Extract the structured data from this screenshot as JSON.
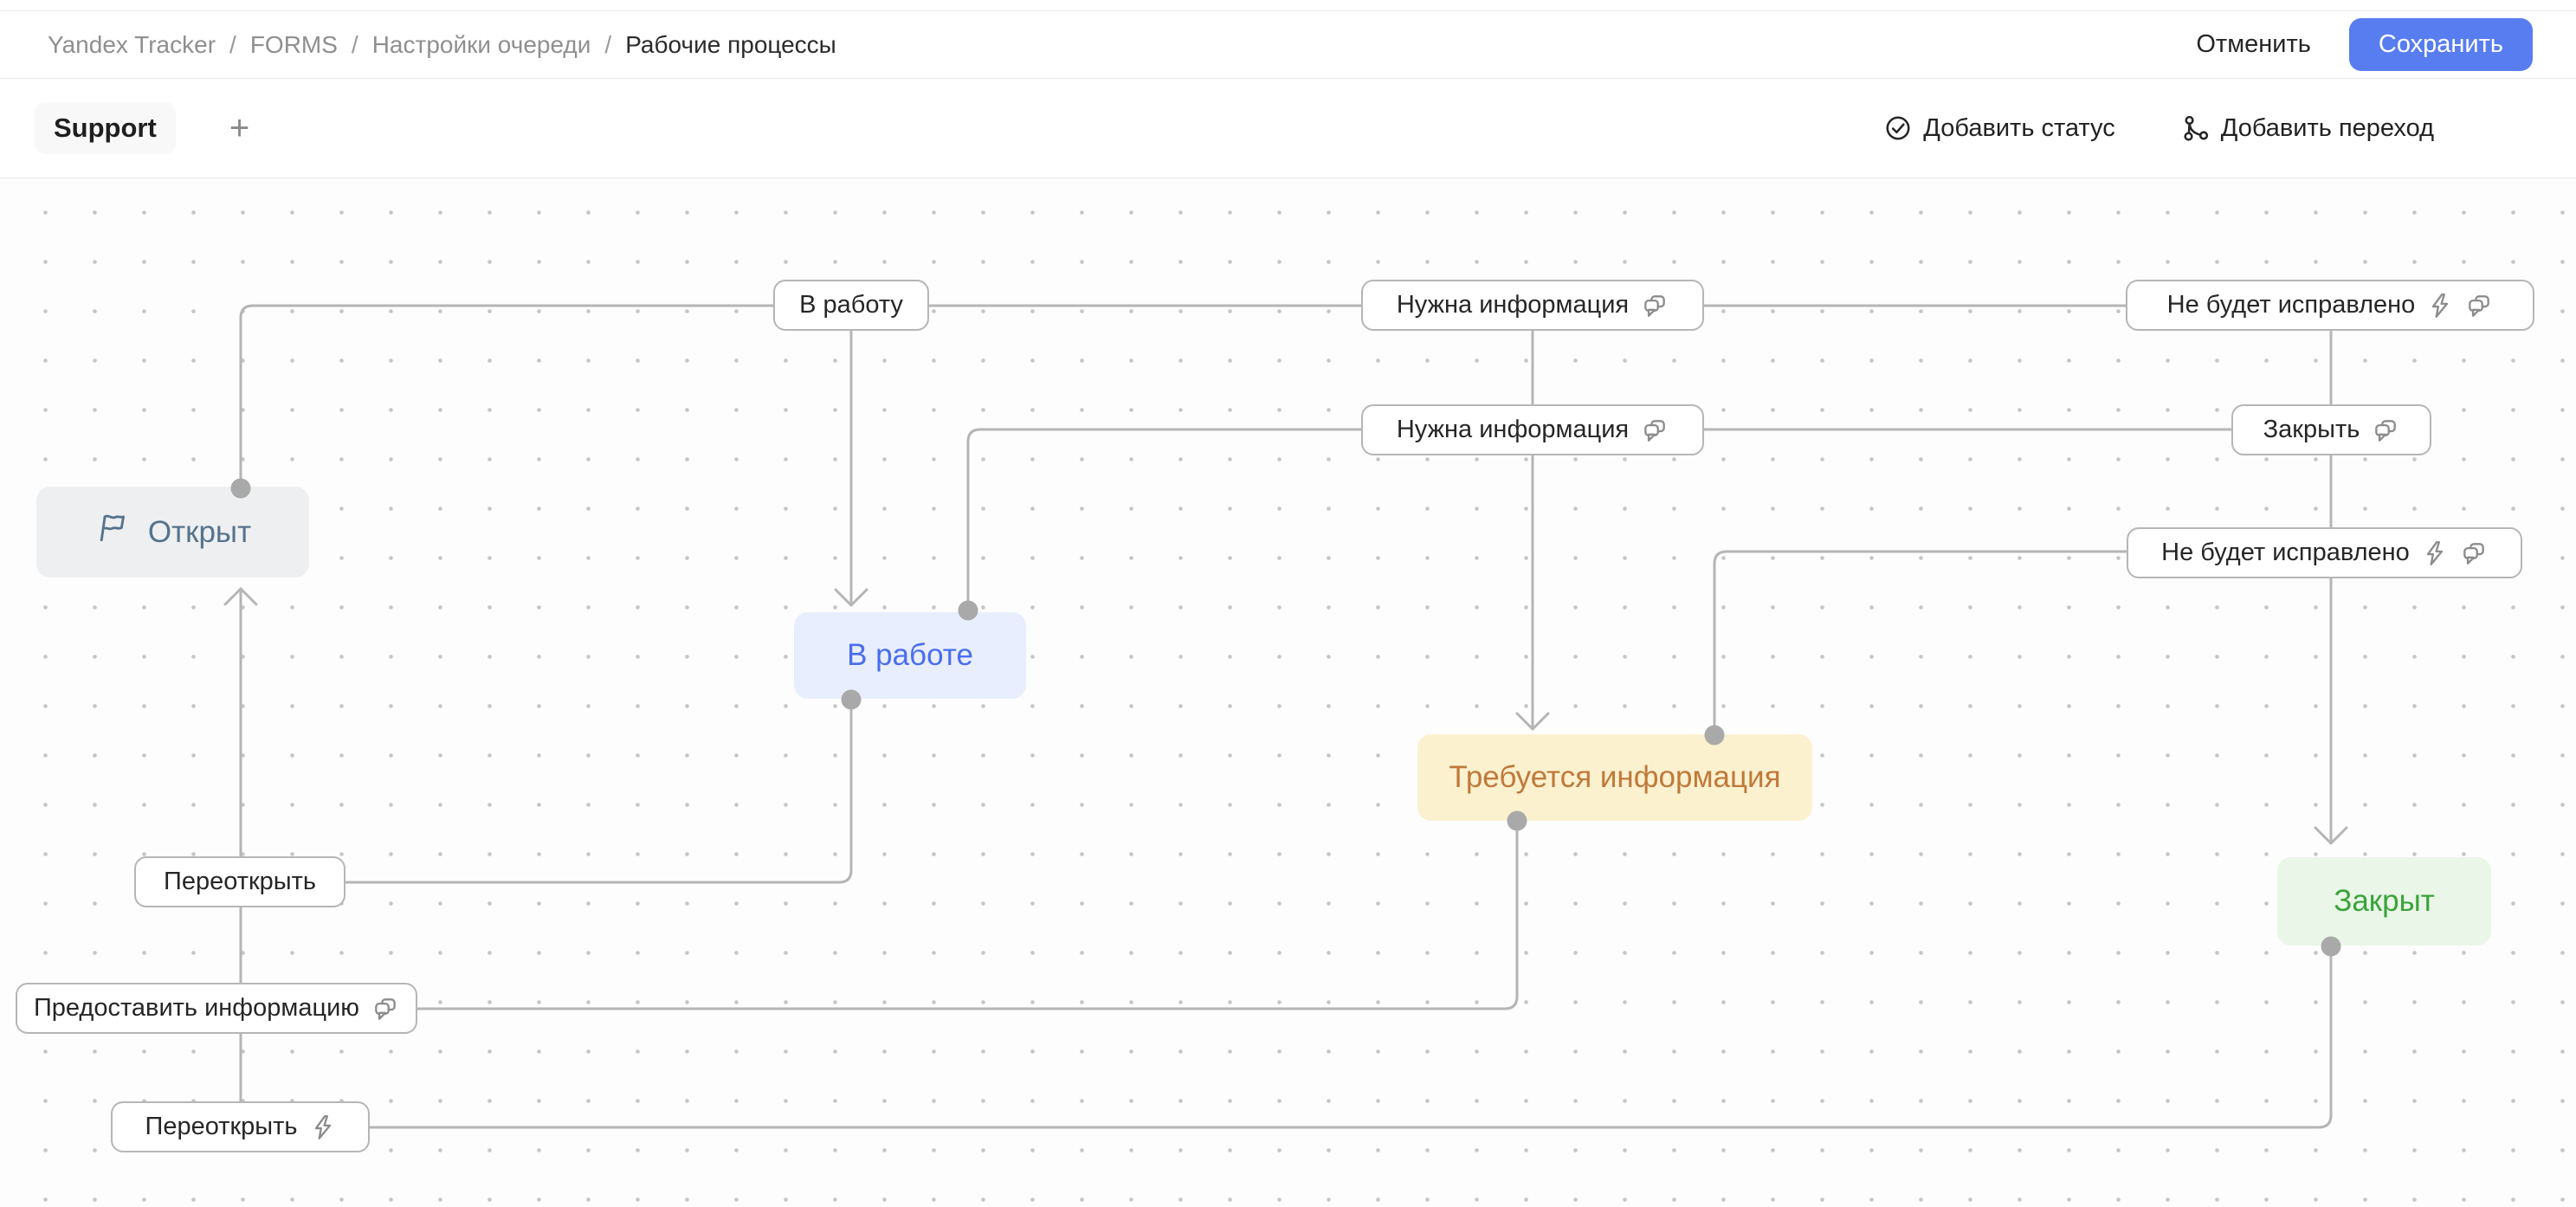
{
  "breadcrumb": {
    "separator": "/",
    "items": [
      "Yandex Tracker",
      "FORMS",
      "Настройки очереди",
      "Рабочие процессы"
    ]
  },
  "header": {
    "cancel_label": "Отменить",
    "save_label": "Сохранить",
    "save_color": "#587df1"
  },
  "toolbar": {
    "workflow_tab": "Support",
    "add_tab_label": "+",
    "add_status_label": "Добавить статус",
    "add_transition_label": "Добавить переход"
  },
  "canvas": {
    "statuses": [
      {
        "label": "Открыт",
        "color": "#56738c",
        "bg": "#edeff1",
        "icon": "flag"
      },
      {
        "label": "В работе",
        "color": "#4a6df0",
        "bg": "#e8eefd",
        "icon": ""
      },
      {
        "label": "Требуется информация",
        "color": "#c0793a",
        "bg": "#fbf1cf",
        "icon": ""
      },
      {
        "label": "Закрыт",
        "color": "#3aa33a",
        "bg": "#eaf6e8",
        "icon": ""
      }
    ],
    "transitions": [
      {
        "label": "В работу",
        "icons": []
      },
      {
        "label": "Нужна информация",
        "icons": [
          "comment"
        ]
      },
      {
        "label": "Не будет исправлено",
        "icons": [
          "lightning",
          "comment"
        ]
      },
      {
        "label": "Нужна информация",
        "icons": [
          "comment"
        ]
      },
      {
        "label": "Закрыть",
        "icons": [
          "comment"
        ]
      },
      {
        "label": "Не будет исправлено",
        "icons": [
          "lightning",
          "comment"
        ]
      },
      {
        "label": "Переоткрыть",
        "icons": []
      },
      {
        "label": "Предоставить информацию",
        "icons": [
          "comment"
        ]
      },
      {
        "label": "Переоткрыть",
        "icons": [
          "lightning"
        ]
      }
    ],
    "colors": {
      "line": "#b5b5b5",
      "connection_dot": "#a9a9a9",
      "label_border": "#b6b6b6",
      "grid_dot": "#c6c6c6"
    }
  }
}
